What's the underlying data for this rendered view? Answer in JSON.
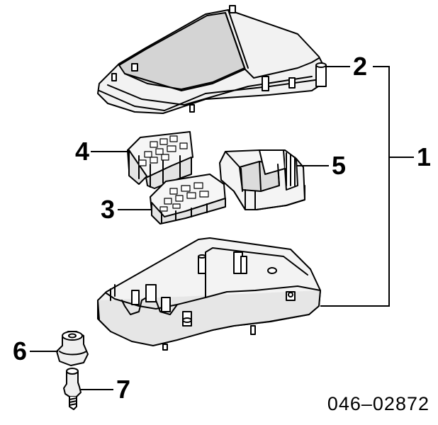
{
  "diagram": {
    "callouts": {
      "part_1": "1",
      "part_2": "2",
      "part_3": "3",
      "part_4": "4",
      "part_5": "5",
      "part_6": "6",
      "part_7": "7"
    },
    "figure_id": "046–02872"
  }
}
